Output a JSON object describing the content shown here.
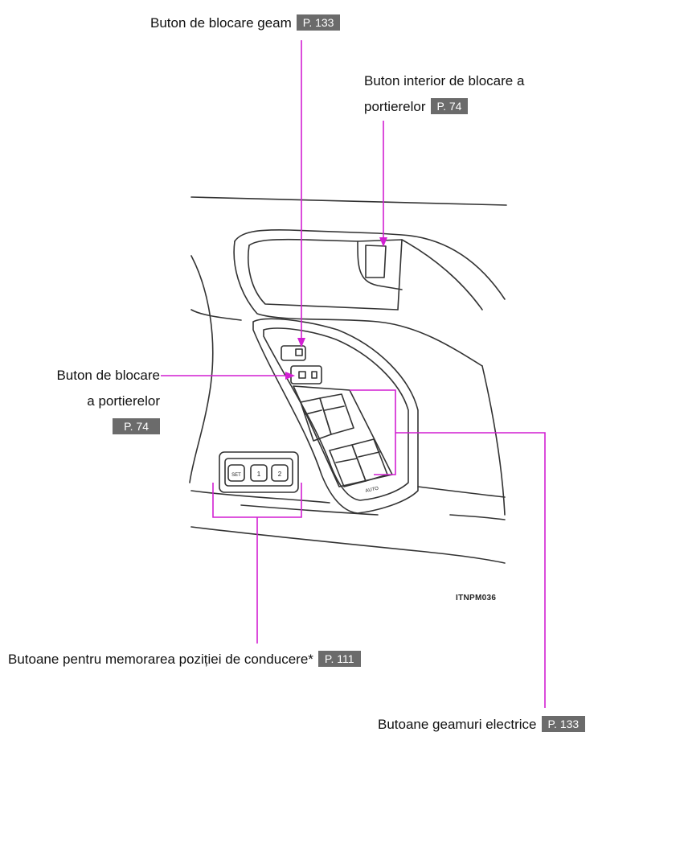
{
  "labels": {
    "window_lock": {
      "text": "Buton de blocare geam",
      "ref": "P. 133"
    },
    "inside_lock": {
      "line1": "Buton interior de blocare a",
      "line2": "portierelor",
      "ref": "P. 74"
    },
    "door_lock": {
      "line1": "Buton de blocare",
      "line2": "a portierelor",
      "ref": "P. 74"
    },
    "memory_buttons": {
      "text": "Butoane pentru memorarea poziției de conducere*",
      "ref": "P. 111"
    },
    "power_windows": {
      "text": "Butoane geamuri electrice",
      "ref": "P. 133"
    }
  },
  "illustration": {
    "code": "ITNPM036",
    "memory_keys": [
      "SET",
      "1",
      "2"
    ],
    "auto_mark": "AUTO"
  },
  "colors": {
    "leader": "#d21fd2",
    "ref_badge": "#6b6b6b",
    "line_art": "#333333"
  }
}
